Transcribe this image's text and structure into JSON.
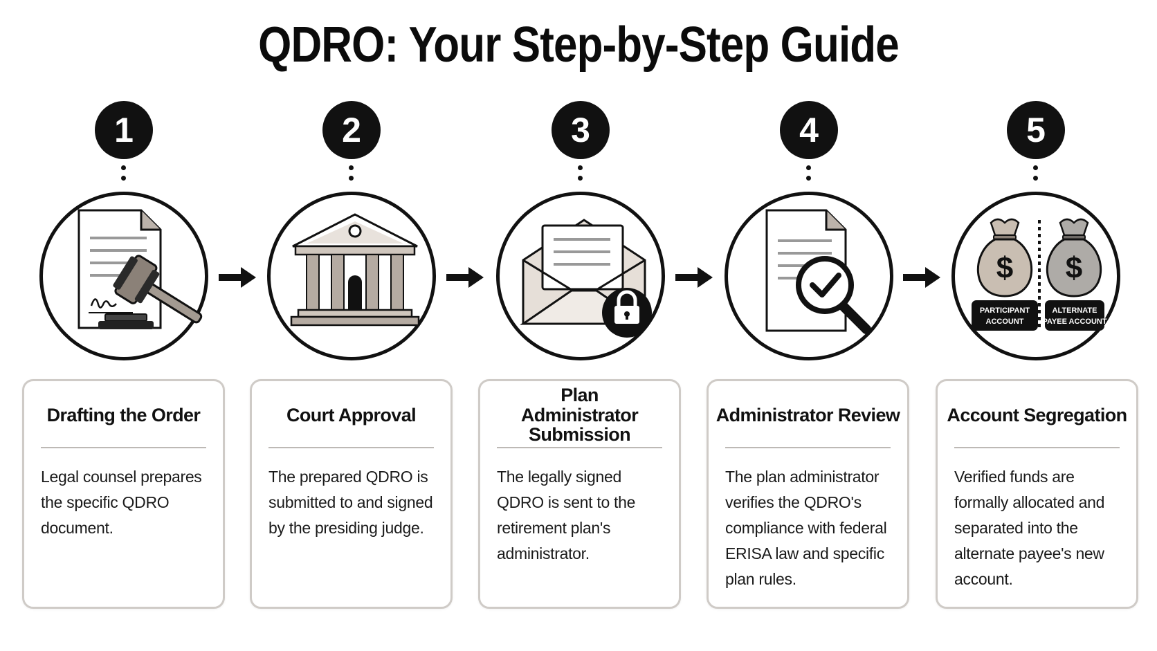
{
  "title": "QDRO: Your Step-by-Step Guide",
  "steps": [
    {
      "number": "1",
      "icon": "document-gavel-icon",
      "title": "Drafting the Order",
      "text": "Legal counsel prepares the specific QDRO document."
    },
    {
      "number": "2",
      "icon": "courthouse-icon",
      "title": "Court Approval",
      "text": "The prepared QDRO is submitted to and signed by the presiding judge."
    },
    {
      "number": "3",
      "icon": "envelope-lock-icon",
      "title": "Plan Administrator Submission",
      "text": "The legally signed QDRO is sent to the retirement plan's administrator."
    },
    {
      "number": "4",
      "icon": "document-magnifier-check-icon",
      "title": "Administrator Review",
      "text": "The plan administrator verifies the QDRO's compliance with federal ERISA law and specific plan rules."
    },
    {
      "number": "5",
      "icon": "money-bags-icon",
      "title": "Account Segregation",
      "text": "Verified funds are formally allocated and separated into the alternate payee's new account.",
      "bags": [
        {
          "symbol": "$",
          "label_line1": "PARTICIPANT",
          "label_line2": "ACCOUNT"
        },
        {
          "symbol": "$",
          "label_line1": "ALTERNATE",
          "label_line2": "PAYEE ACCOUNT"
        }
      ]
    }
  ],
  "colors": {
    "ink": "#111111",
    "card_border": "#cfcbc7",
    "bag_left": "#c9beb2",
    "bag_right": "#aeaba7",
    "building": "#b5aba2"
  }
}
